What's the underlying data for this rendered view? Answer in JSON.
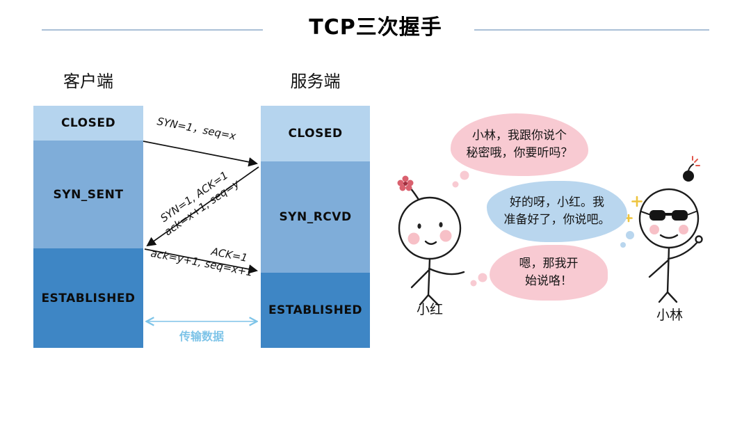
{
  "title": "TCP三次握手",
  "diagram": {
    "client": {
      "label": "客户端",
      "states": [
        "CLOSED",
        "SYN_SENT",
        "ESTABLISHED"
      ]
    },
    "server": {
      "label": "服务端",
      "states": [
        "CLOSED",
        "SYN_RCVD",
        "ESTABLISHED"
      ]
    },
    "messages": [
      {
        "line1": "SYN=1，seq=x",
        "line2": ""
      },
      {
        "line1": "SYN=1, ACK=1",
        "line2": "ack=x+1, seq=y"
      },
      {
        "line1": "ACK=1",
        "line2": "ack=y+1, seq=x+1"
      }
    ],
    "transfer_label": "传输数据"
  },
  "illustration": {
    "bubbles": [
      {
        "color": "pink",
        "line1": "小林，我跟你说个",
        "line2": "秘密哦，你要听吗？"
      },
      {
        "color": "blue",
        "line1": "好的呀，小红。我",
        "line2": "准备好了，你说吧。"
      },
      {
        "color": "pink",
        "line1": "嗯，那我开",
        "line2": "始说咯！"
      }
    ],
    "characters": [
      {
        "name": "小红"
      },
      {
        "name": "小林"
      }
    ]
  },
  "colors": {
    "state_light": "#b5d4ee",
    "state_mid": "#7fadd9",
    "state_dark": "#3e86c5",
    "bubble_pink": "#f8cad2",
    "bubble_blue": "#b9d6ee",
    "transfer_blue": "#7ec4e8",
    "divider": "#a9bfd6"
  }
}
